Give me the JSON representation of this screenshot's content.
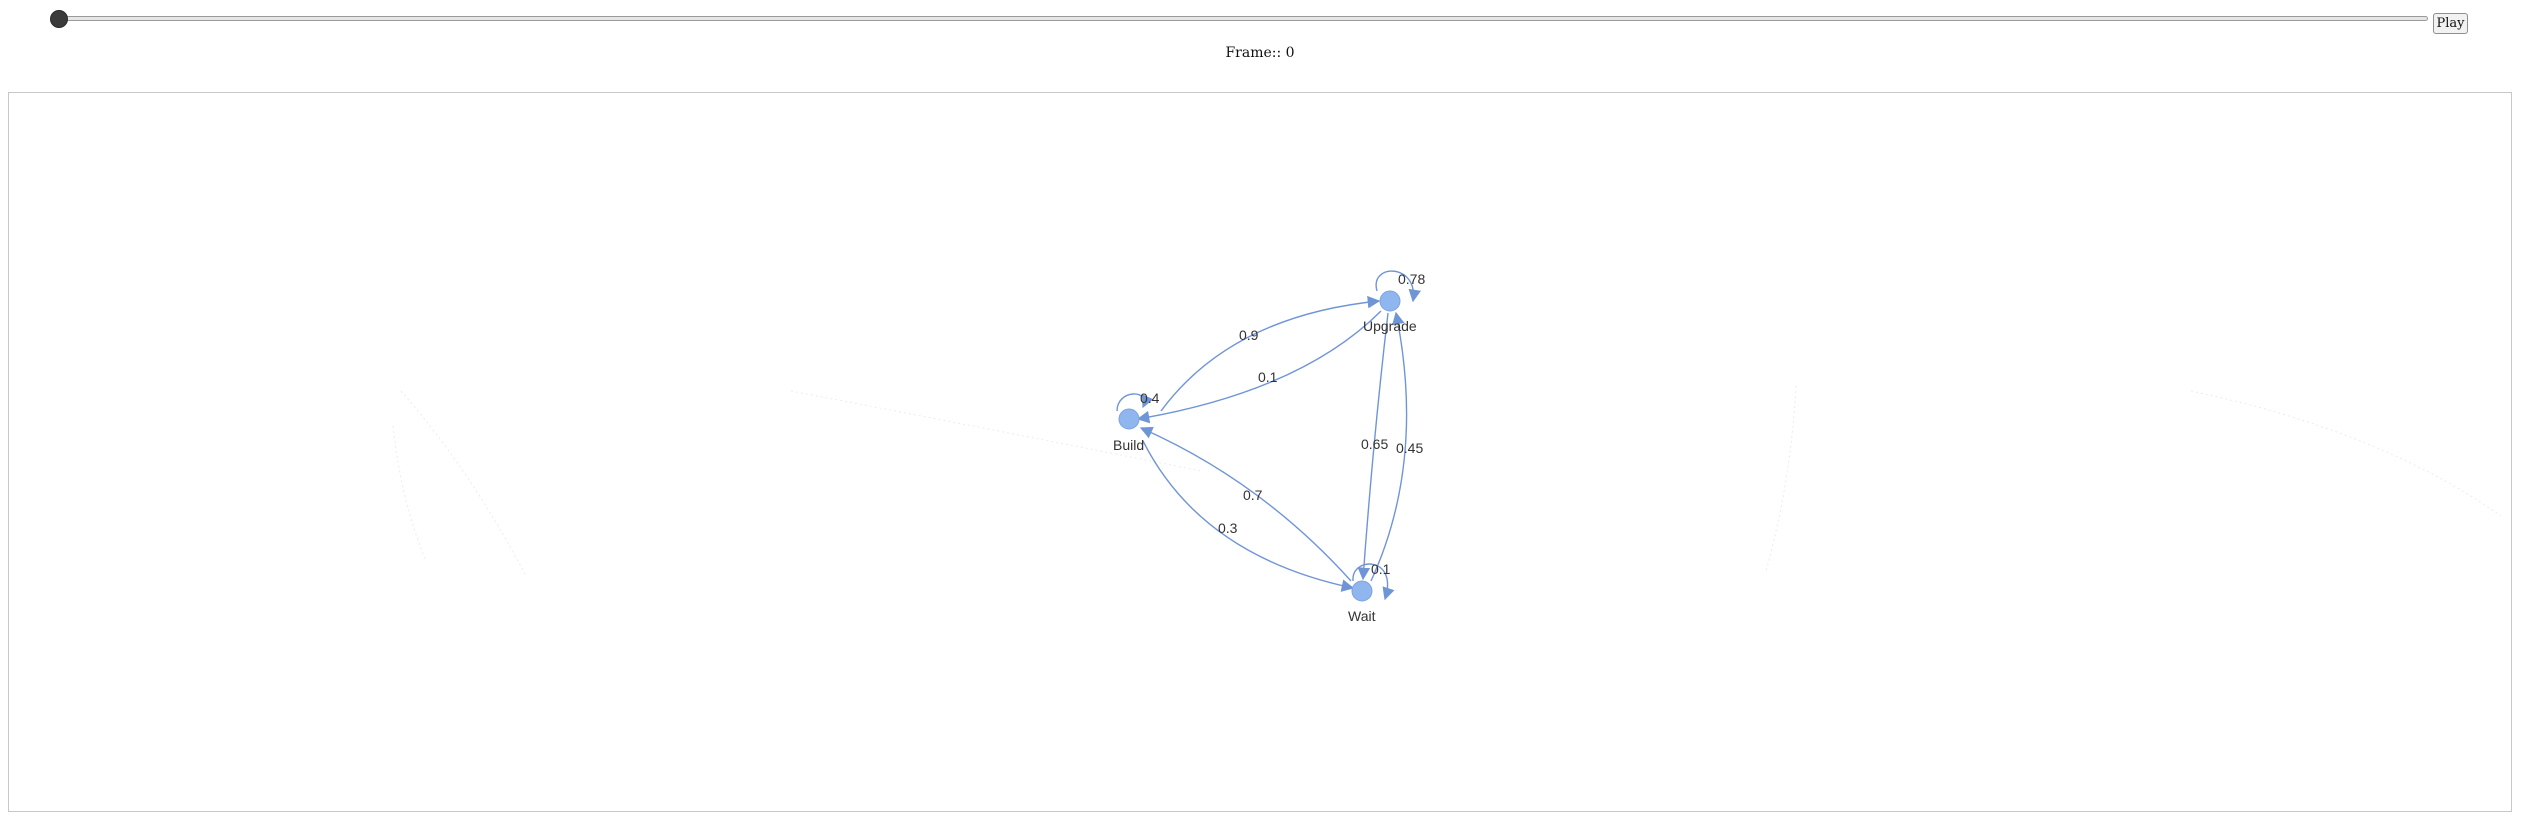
{
  "controls": {
    "play_label": "Play",
    "frame_label": "Frame:: 0"
  },
  "graph": {
    "nodes": {
      "upgrade": "Upgrade",
      "build": "Build",
      "wait": "Wait"
    },
    "edges": {
      "upgrade_self": "0.78",
      "build_self": "0.4",
      "wait_self": "0.1",
      "build_to_upgrade": "0.9",
      "upgrade_to_build": "0.1",
      "wait_to_build": "0.7",
      "build_to_wait": "0.3",
      "upgrade_to_wait": "0.65",
      "wait_to_upgrade": "0.45"
    },
    "colors": {
      "node_fill": "#8fb6ef",
      "edge_stroke": "#6f95d6"
    }
  }
}
